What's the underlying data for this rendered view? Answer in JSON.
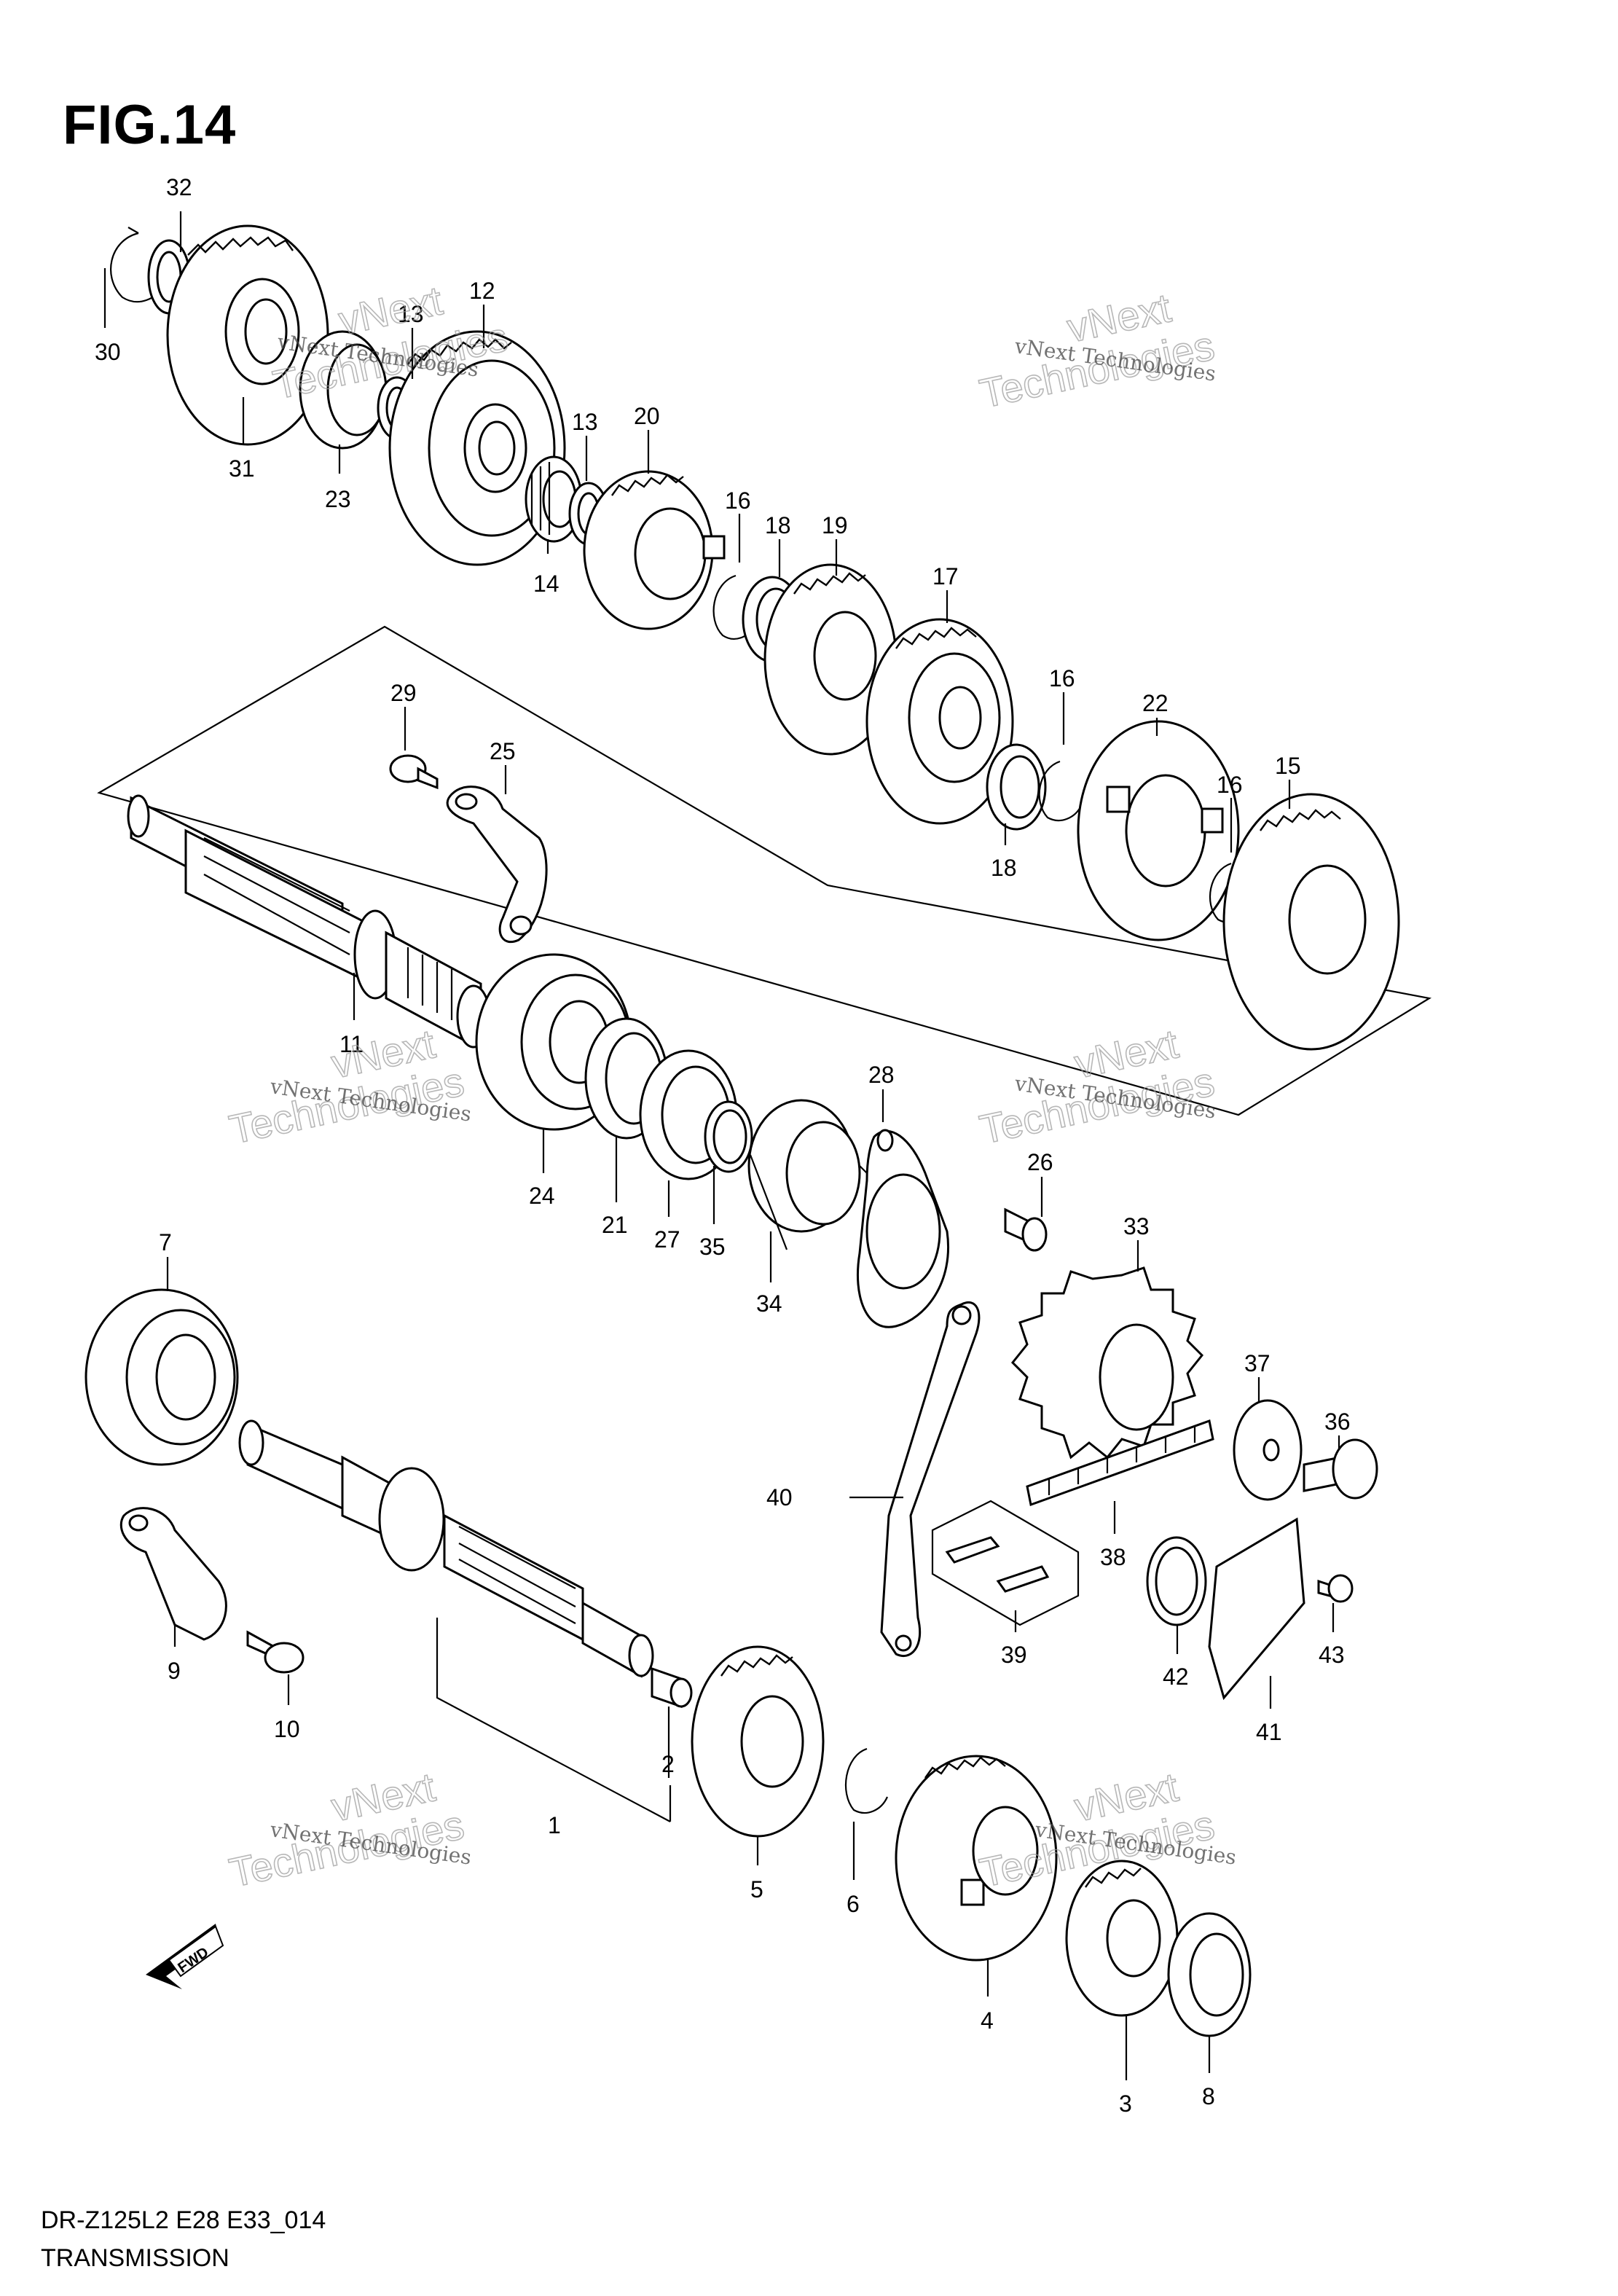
{
  "figure": {
    "title": "FIG.14",
    "model_code": "DR-Z125L2 E28 E33_014",
    "section": "TRANSMISSION",
    "fwd_label": "FWD"
  },
  "watermark": {
    "line1": "vNext Technologies",
    "line2a": "vNext",
    "line2b": "Technologies"
  },
  "callouts": [
    "1",
    "2",
    "3",
    "4",
    "5",
    "6",
    "7",
    "8",
    "9",
    "10",
    "11",
    "12",
    "13",
    "13",
    "14",
    "15",
    "16",
    "16",
    "16",
    "17",
    "18",
    "18",
    "19",
    "20",
    "21",
    "22",
    "23",
    "24",
    "25",
    "26",
    "27",
    "28",
    "29",
    "30",
    "31",
    "32",
    "33",
    "34",
    "35",
    "36",
    "37",
    "38",
    "39",
    "40",
    "41",
    "42",
    "43"
  ]
}
